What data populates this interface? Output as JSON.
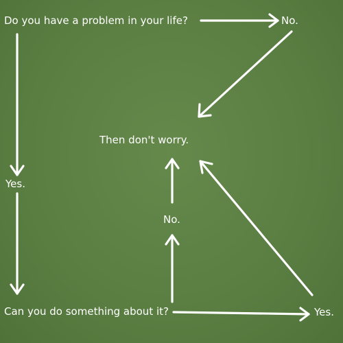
{
  "nodes": {
    "q1": "Do you have a problem in your life?",
    "no_top": "No.",
    "center": "Then don't worry.",
    "yes_left": "Yes.",
    "no_mid": "No.",
    "q2": "Can you do something about it?",
    "yes_bottom": "Yes."
  },
  "colors": {
    "background": "#5b7f43",
    "chalk": "#ffffff"
  }
}
